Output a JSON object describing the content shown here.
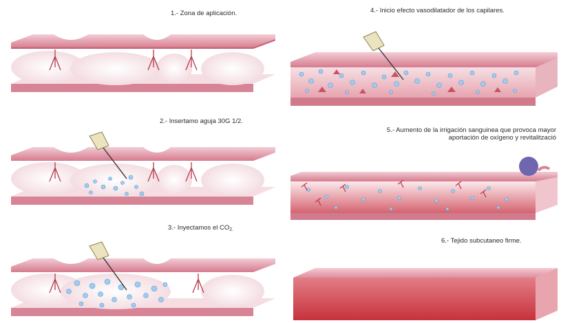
{
  "steps": [
    {
      "caption": "1.- Zona de aplicación."
    },
    {
      "caption": "2.- Insertamo aguja 30G 1/2."
    },
    {
      "caption_prefix": "3.- Inyectamos el CO",
      "caption_sub": "2."
    },
    {
      "caption": "4.- Inicio efecto vasodilatador de los capilares."
    },
    {
      "caption_lines": [
        "5.- Aumento de la irrigación sanguinea que provoca mayor",
        "aportación de oxígeno y revitalització"
      ]
    },
    {
      "caption": "6.- Tejido subcutaneo firme."
    }
  ],
  "colors": {
    "skin_top": "#d78395",
    "skin_light": "#f3d3da",
    "tissue": "#f6dbe1",
    "tissue_dark": "#cf5a6a",
    "bubble": "#8fc4ea",
    "needle": "#e9e2bd",
    "lump": "#7c72b5"
  }
}
